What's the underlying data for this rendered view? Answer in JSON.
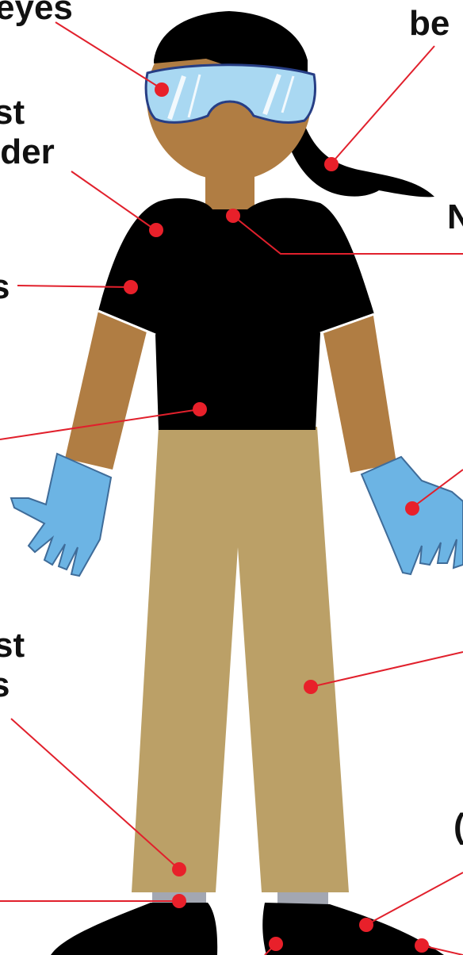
{
  "labels": {
    "eyes": "eyes",
    "hair": "be",
    "shoulder_a": "st",
    "shoulder_b": "lder",
    "neck": "N",
    "sleeves": "s",
    "legs_a": "st",
    "legs_b": "s",
    "shoes": "("
  },
  "colors": {
    "skin": "#B07D43",
    "hair": "#000000",
    "shirt": "#000000",
    "pants": "#BBA067",
    "gloves": "#6CB4E4",
    "glove_outline": "#3F6C99",
    "goggles": "#A9D8F2",
    "goggle_frame": "#273E85",
    "socks": "#A3A7B2",
    "shoes": "#000000",
    "callout_line": "#E1202C",
    "callout_dot": "#E8202A"
  }
}
